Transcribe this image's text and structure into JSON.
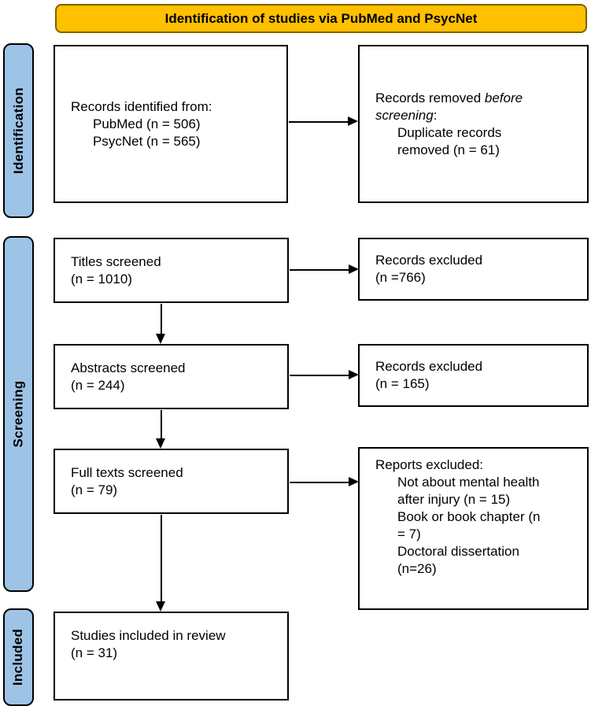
{
  "title": {
    "label": "Identification of studies via PubMed and PsycNet"
  },
  "sidebar": {
    "identification": "Identification",
    "screening": "Screening",
    "included": "Included"
  },
  "boxes": {
    "records_identified": {
      "heading": "Records identified from:",
      "items": [
        "PubMed (n = 506)",
        "PsycNet (n = 565)"
      ]
    },
    "records_removed": {
      "t_normal1": "Records removed ",
      "t_italic1": "before",
      "t_italic2": "screening",
      "t_normal2": ":",
      "items": [
        "Duplicate records\nremoved  (n = 61)"
      ]
    },
    "titles_screened": {
      "text": "Titles screened\n(n = 1010)"
    },
    "records_excluded_titles": {
      "text": "Records excluded\n(n =766)"
    },
    "abstracts_screened": {
      "text": "Abstracts screened\n(n = 244)"
    },
    "records_excluded_abstracts": {
      "text": "Records excluded\n(n = 165)"
    },
    "full_texts_screened": {
      "text": "Full texts screened\n(n = 79)"
    },
    "reports_excluded": {
      "heading": "Reports excluded:",
      "items": [
        "Not about mental health\nafter injury (n = 15)",
        "Book or book chapter (n\n= 7)",
        "Doctoral dissertation\n(n=26)"
      ]
    },
    "studies_included": {
      "text": "Studies included in review\n(n = 31)"
    }
  },
  "colors": {
    "banner_fill": "#FFC000",
    "banner_border": "#7F6000",
    "sidebar_fill": "#9DC3E6",
    "box_border": "#000000",
    "background": "#FFFFFF"
  }
}
